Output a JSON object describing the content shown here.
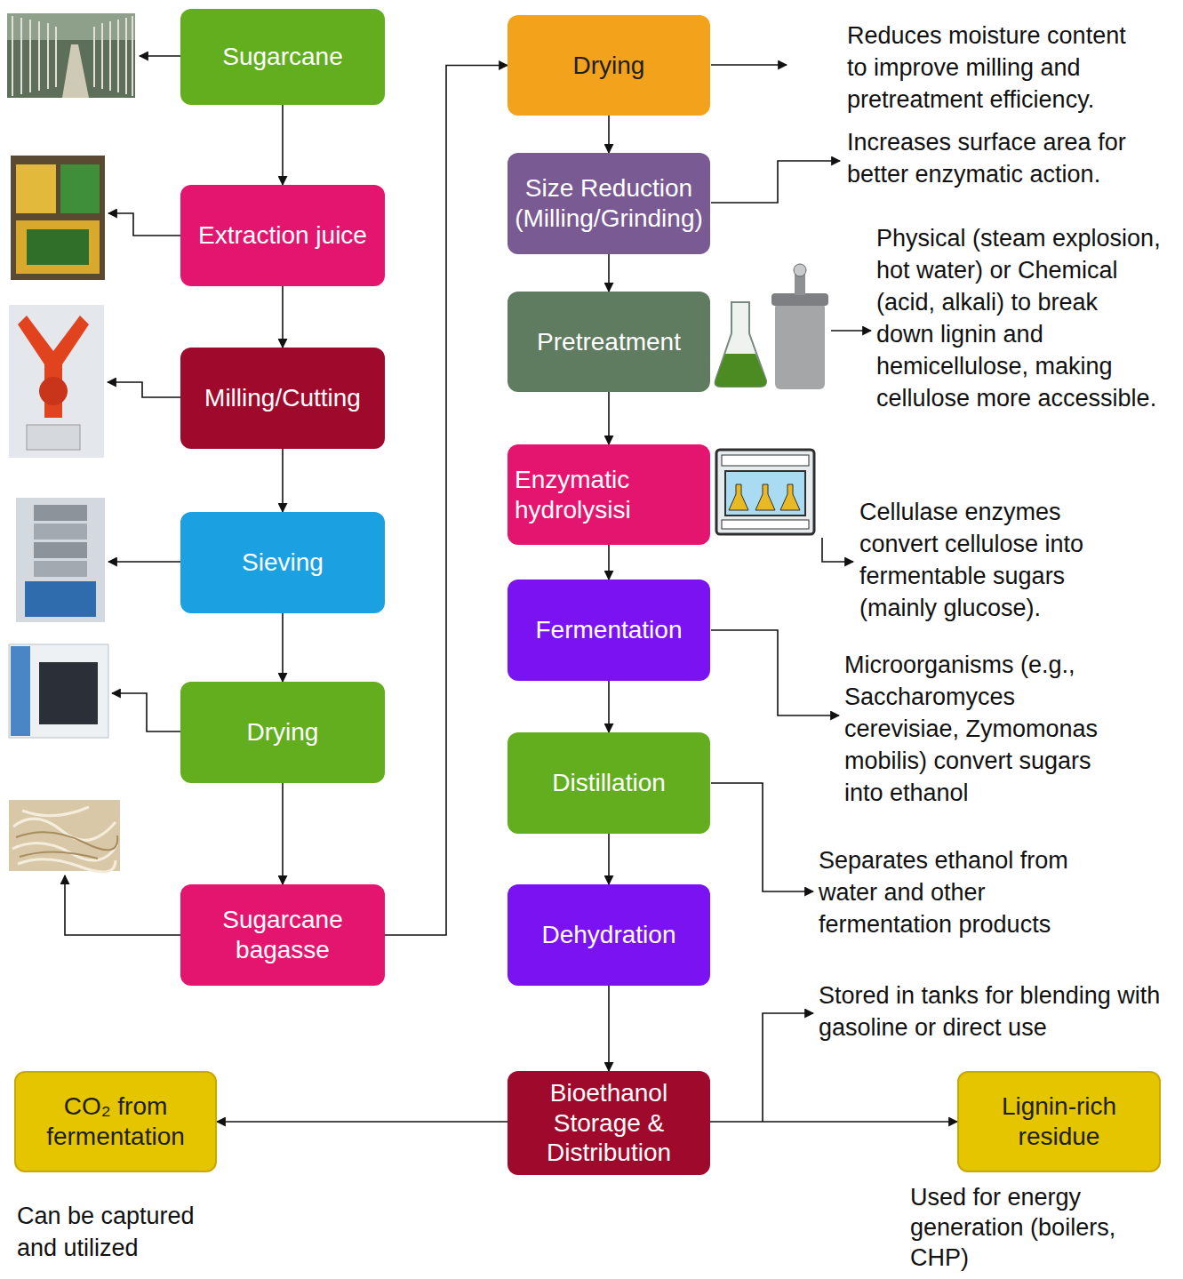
{
  "diagram": {
    "nodes": [
      {
        "text": [
          "Sugarcane"
        ]
      },
      {
        "text": [
          "Extraction juice"
        ]
      },
      {
        "text": [
          "Milling/Cutting"
        ]
      },
      {
        "text": [
          "Sieving"
        ]
      },
      {
        "text": [
          "Drying"
        ]
      },
      {
        "text": [
          "Sugarcane bagasse"
        ]
      },
      {
        "text": [
          "Drying"
        ]
      },
      {
        "text": [
          "Size Reduction (Milling/Grinding)"
        ]
      },
      {
        "text": [
          "Pretreatment"
        ]
      },
      {
        "text": [
          "Enzymatic hydrolysisi"
        ]
      },
      {
        "text": [
          "Fermentation"
        ]
      },
      {
        "text": [
          "Distillation"
        ]
      },
      {
        "text": [
          "Dehydration"
        ]
      },
      {
        "text": [
          "Bioethanol Storage & Distribution"
        ]
      },
      {
        "text": [
          "CO₂ from fermentation"
        ]
      },
      {
        "text": [
          "Lignin-rich residue"
        ]
      }
    ],
    "edges": [
      {
        "from": 0,
        "to": 1,
        "arrow": "to"
      },
      {
        "from": 1,
        "to": 2,
        "arrow": "to"
      },
      {
        "from": 2,
        "to": 3,
        "arrow": "to"
      },
      {
        "from": 3,
        "to": 4,
        "arrow": "to"
      },
      {
        "from": 4,
        "to": 5,
        "arrow": "to"
      },
      {
        "from": 5,
        "to": 6,
        "arrow": "to"
      },
      {
        "from": 6,
        "to": 7,
        "arrow": "to"
      },
      {
        "from": 7,
        "to": 8,
        "arrow": "to"
      },
      {
        "from": 8,
        "to": 9,
        "arrow": "to"
      },
      {
        "from": 9,
        "to": 10,
        "arrow": "to"
      },
      {
        "from": 10,
        "to": 11,
        "arrow": "to"
      },
      {
        "from": 11,
        "to": 12,
        "arrow": "to"
      },
      {
        "from": 12,
        "to": 13,
        "arrow": "to"
      },
      {
        "from": 13,
        "to": 14,
        "arrow": "to"
      },
      {
        "from": 13,
        "to": 15,
        "arrow": "to"
      }
    ],
    "labels": [
      "Reduces moisture content to improve milling and pretreatment efficiency.",
      "Increases surface area for better enzymatic action.",
      "Physical (steam explosion, hot water) or Chemical (acid, alkali) to break down lignin and hemicellulose, making cellulose more accessible.",
      "Cellulase enzymes convert cellulose into fermentable sugars (mainly glucose).",
      "Microorganisms (e.g., Saccharomyces cerevisiae, Zymomonas mobilis) convert sugars into ethanol",
      "Separates ethanol from water and other fermentation products",
      "Stored in tanks for blending with gasoline or direct use",
      "Can be captured and utilized",
      "Used for energy generation (boilers, CHP)"
    ]
  }
}
